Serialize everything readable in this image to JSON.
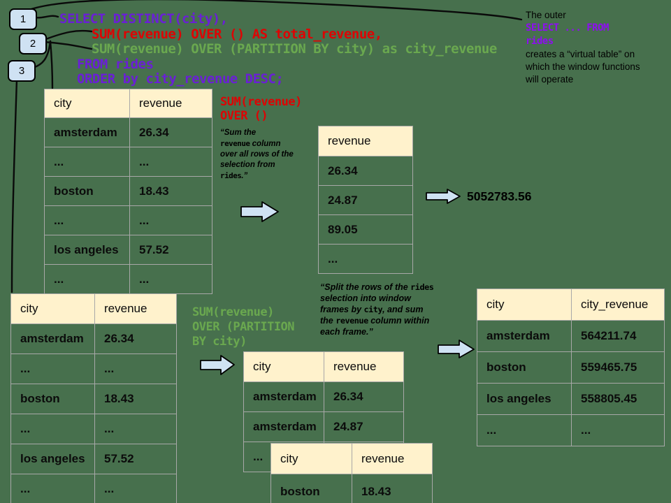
{
  "colors": {
    "background": "#47704d",
    "code_purple": "#6a1fd6",
    "code_red": "#dd0404",
    "code_green": "#6aa84f",
    "note_purple": "#8e0df2",
    "table_header_bg": "#fff2cc",
    "table_border": "#a8a8a8",
    "arrow_fill": "#cfe2f3"
  },
  "callouts": {
    "box1": "1",
    "box2": "2",
    "box3": "3"
  },
  "sql": {
    "line1": "SELECT DISTINCT(city),",
    "line2": "SUM(revenue) OVER () AS total_revenue,",
    "line3": "SUM(revenue) OVER (PARTITION BY city) as city_revenue",
    "line4": "FROM rides",
    "line5": "ORDER by city_revenue DESC;"
  },
  "note": {
    "intro": "The outer",
    "code_line1": "SELECT ... FROM",
    "code_line2": "rides",
    "body": "creates a “virtual table” on which the window functions will operate"
  },
  "annotations": {
    "total_fn_line1": "SUM(revenue)",
    "total_fn_line2": "OVER ()",
    "total_quote": {
      "lines": [
        [
          {
            "t": "“Sum the",
            "m": false
          }
        ],
        [
          {
            "t": "revenue",
            "m": true
          },
          {
            "t": " column",
            "m": false
          }
        ],
        [
          {
            "t": "over all rows of the",
            "m": false
          }
        ],
        [
          {
            "t": "selection from",
            "m": false
          }
        ],
        [
          {
            "t": "rides",
            "m": true
          },
          {
            "t": ".”",
            "m": false
          }
        ]
      ]
    },
    "partition_fn_line1": "SUM(revenue)",
    "partition_fn_line2": "OVER (PARTITION",
    "partition_fn_line3": "BY city)",
    "partition_quote": {
      "lines": [
        [
          {
            "t": "“Split the rows of the ",
            "m": false
          },
          {
            "t": "rides",
            "m": true
          }
        ],
        [
          {
            "t": "selection into window",
            "m": false
          }
        ],
        [
          {
            "t": "frames by ",
            "m": false
          },
          {
            "t": "city",
            "m": true
          },
          {
            "t": ", and sum",
            "m": false
          }
        ],
        [
          {
            "t": "the ",
            "m": false
          },
          {
            "t": "revenue",
            "m": true
          },
          {
            "t": " column within",
            "m": false
          }
        ],
        [
          {
            "t": "each frame.”",
            "m": false
          }
        ]
      ]
    },
    "total_value": "5052783.56"
  },
  "tables": {
    "rides_top": {
      "headers": [
        "city",
        "revenue"
      ],
      "rows": [
        [
          "amsterdam",
          "26.34"
        ],
        [
          "...",
          "..."
        ],
        [
          "boston",
          "18.43"
        ],
        [
          "...",
          "..."
        ],
        [
          "los angeles",
          "57.52"
        ],
        [
          "...",
          "..."
        ]
      ]
    },
    "revenue_only": {
      "headers": [
        "revenue"
      ],
      "rows": [
        [
          "26.34"
        ],
        [
          "24.87"
        ],
        [
          "89.05"
        ],
        [
          "..."
        ]
      ]
    },
    "rides_bottom": {
      "headers": [
        "city",
        "revenue"
      ],
      "rows": [
        [
          "amsterdam",
          "26.34"
        ],
        [
          "...",
          "..."
        ],
        [
          "boston",
          "18.43"
        ],
        [
          "...",
          "..."
        ],
        [
          "los angeles",
          "57.52"
        ],
        [
          "...",
          "..."
        ]
      ]
    },
    "partition_amsterdam": {
      "headers": [
        "city",
        "revenue"
      ],
      "rows": [
        [
          "amsterdam",
          "26.34"
        ],
        [
          "amsterdam",
          "24.87"
        ],
        [
          "...",
          ""
        ]
      ]
    },
    "partition_boston": {
      "headers": [
        "city",
        "revenue"
      ],
      "rows": [
        [
          "boston",
          "18.43"
        ]
      ]
    },
    "result_city": {
      "headers": [
        "city",
        "city_revenue"
      ],
      "rows": [
        [
          "amsterdam",
          "564211.74"
        ],
        [
          "boston",
          "559465.75"
        ],
        [
          "los angeles",
          "558805.45"
        ],
        [
          "...",
          "..."
        ]
      ]
    }
  }
}
